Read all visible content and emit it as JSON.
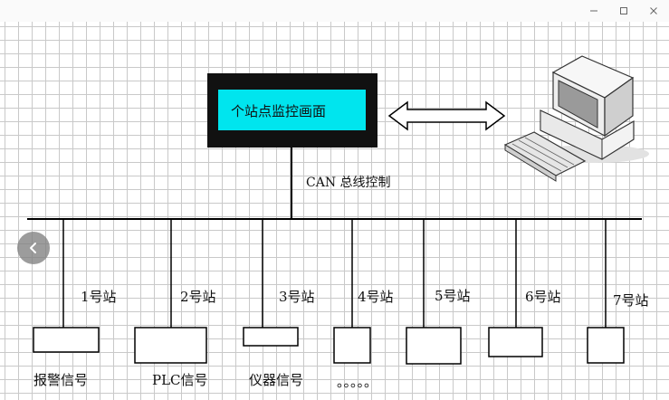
{
  "window": {
    "minimize_icon": "minimize-icon",
    "maximize_icon": "maximize-icon",
    "close_icon": "close-icon"
  },
  "diagram": {
    "monitor_box_label": "个站点监控画面",
    "bus_label": "CAN 总线控制",
    "stations": [
      {
        "label": "1号站",
        "device": "报警信号"
      },
      {
        "label": "2号站",
        "device": "PLC信号"
      },
      {
        "label": "3号站",
        "device": "仪器信号"
      },
      {
        "label": "4号站",
        "device": "。。。。。"
      },
      {
        "label": "5号站",
        "device": ""
      },
      {
        "label": "6号站",
        "device": ""
      },
      {
        "label": "7号站",
        "device": ""
      }
    ],
    "colors": {
      "box_fill": "#00e5ee",
      "box_frame": "#111111",
      "lines": "#000000"
    }
  }
}
